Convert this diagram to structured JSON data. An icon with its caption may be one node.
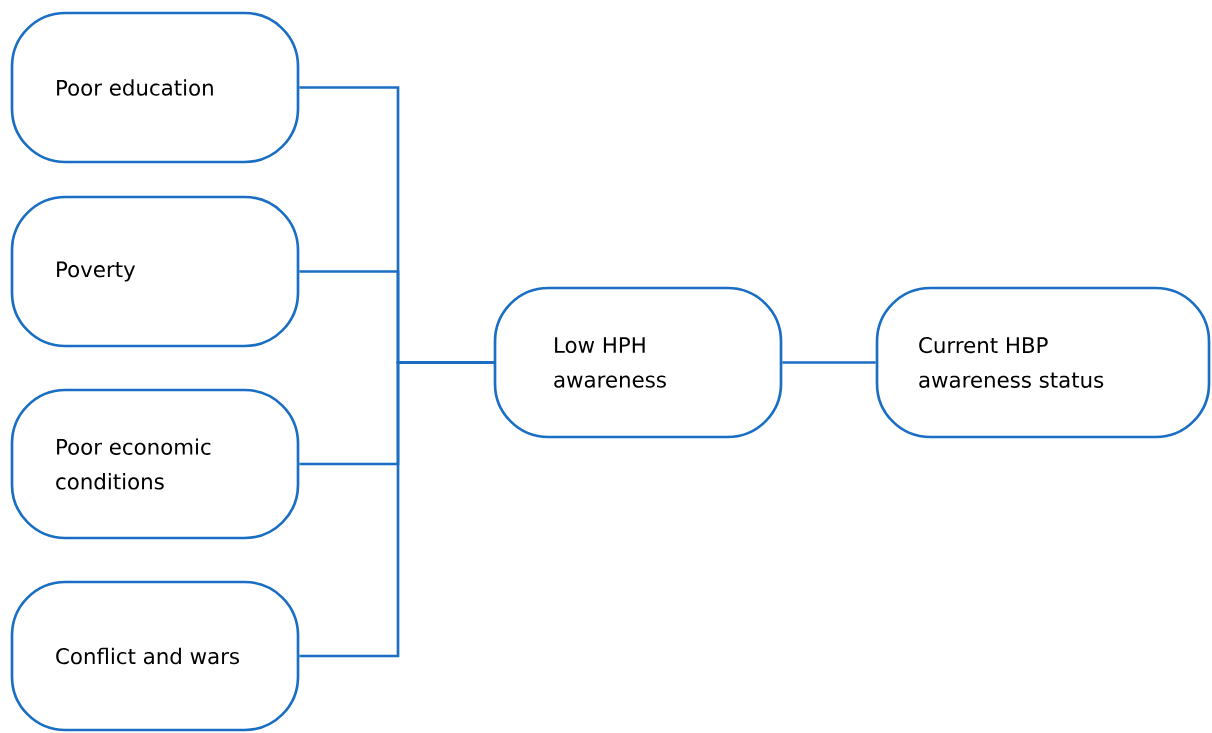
{
  "diagram": {
    "nodes": [
      {
        "text": [
          "Poor education"
        ]
      },
      {
        "text": [
          "Poverty"
        ]
      },
      {
        "text": [
          "Poor economic conditions"
        ]
      },
      {
        "text": [
          "Conflict and wars"
        ]
      },
      {
        "text": [
          "Low HPH awareness"
        ]
      },
      {
        "text": [
          "Current HBP awareness status"
        ]
      }
    ],
    "edges": [
      {
        "from": 0,
        "to": 4,
        "arrow": "none"
      },
      {
        "from": 1,
        "to": 4,
        "arrow": "none"
      },
      {
        "from": 2,
        "to": 4,
        "arrow": "none"
      },
      {
        "from": 3,
        "to": 4,
        "arrow": "none"
      },
      {
        "from": 4,
        "to": 5,
        "arrow": "none"
      }
    ]
  }
}
